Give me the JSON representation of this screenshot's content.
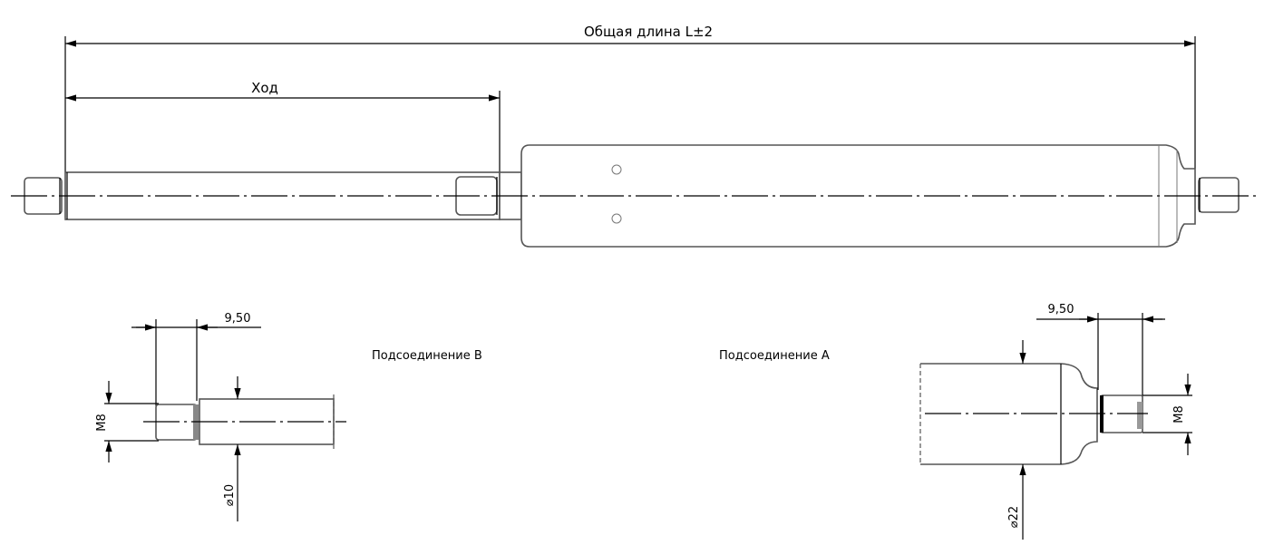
{
  "drawing": {
    "total_length_label": "Общая длина L±2",
    "stroke_label": "Ход",
    "connection_b_label": "Подсоединение B",
    "connection_a_label": "Подсоединение A",
    "detail_b": {
      "length_dim": "9,50",
      "thread_dim": "M8",
      "diameter_dim": "⌀10"
    },
    "detail_a": {
      "length_dim": "9,50",
      "thread_dim": "M8",
      "diameter_dim": "⌀22"
    }
  }
}
